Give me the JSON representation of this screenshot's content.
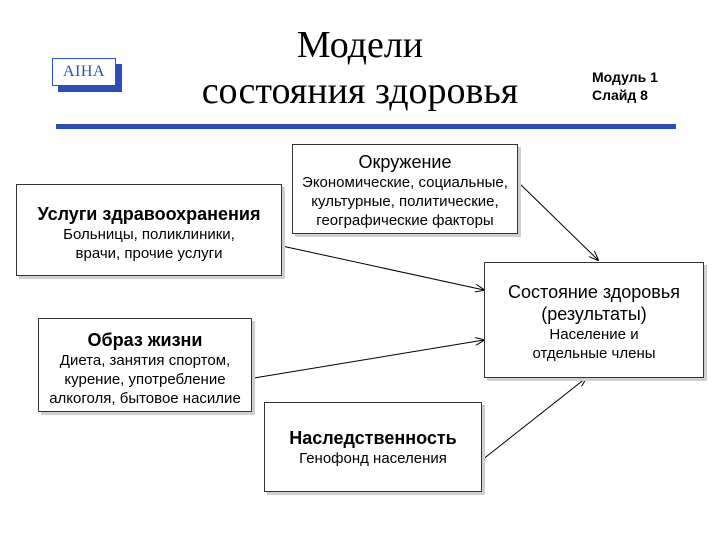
{
  "logo": {
    "text": "AIHA"
  },
  "title": {
    "line1": "Модели",
    "line2": "состояния здоровья"
  },
  "slide_ref": {
    "module": "Модуль 1",
    "slide": "Слайд 8"
  },
  "boxes": {
    "environment": {
      "heading": "Окружение",
      "lines": [
        "Экономические, социальные,",
        "культурные, политические,",
        "географические факторы"
      ]
    },
    "healthcare": {
      "heading": "Услуги здравоохранения",
      "lines": [
        "Больницы, поликлиники,",
        "врачи, прочие услуги"
      ]
    },
    "health_state": {
      "heading": [
        "Состояние здоровья",
        "(результаты)"
      ],
      "lines": [
        "Население и",
        "отдельные члены"
      ]
    },
    "lifestyle": {
      "heading": "Образ жизни",
      "lines": [
        "Диета, занятия спортом,",
        "курение, употребление",
        "алкоголя, бытовое насилие"
      ]
    },
    "heredity": {
      "heading": "Наследственность",
      "lines": [
        "Генофонд населения"
      ]
    }
  },
  "colors": {
    "accent": "#2b4fb8"
  }
}
